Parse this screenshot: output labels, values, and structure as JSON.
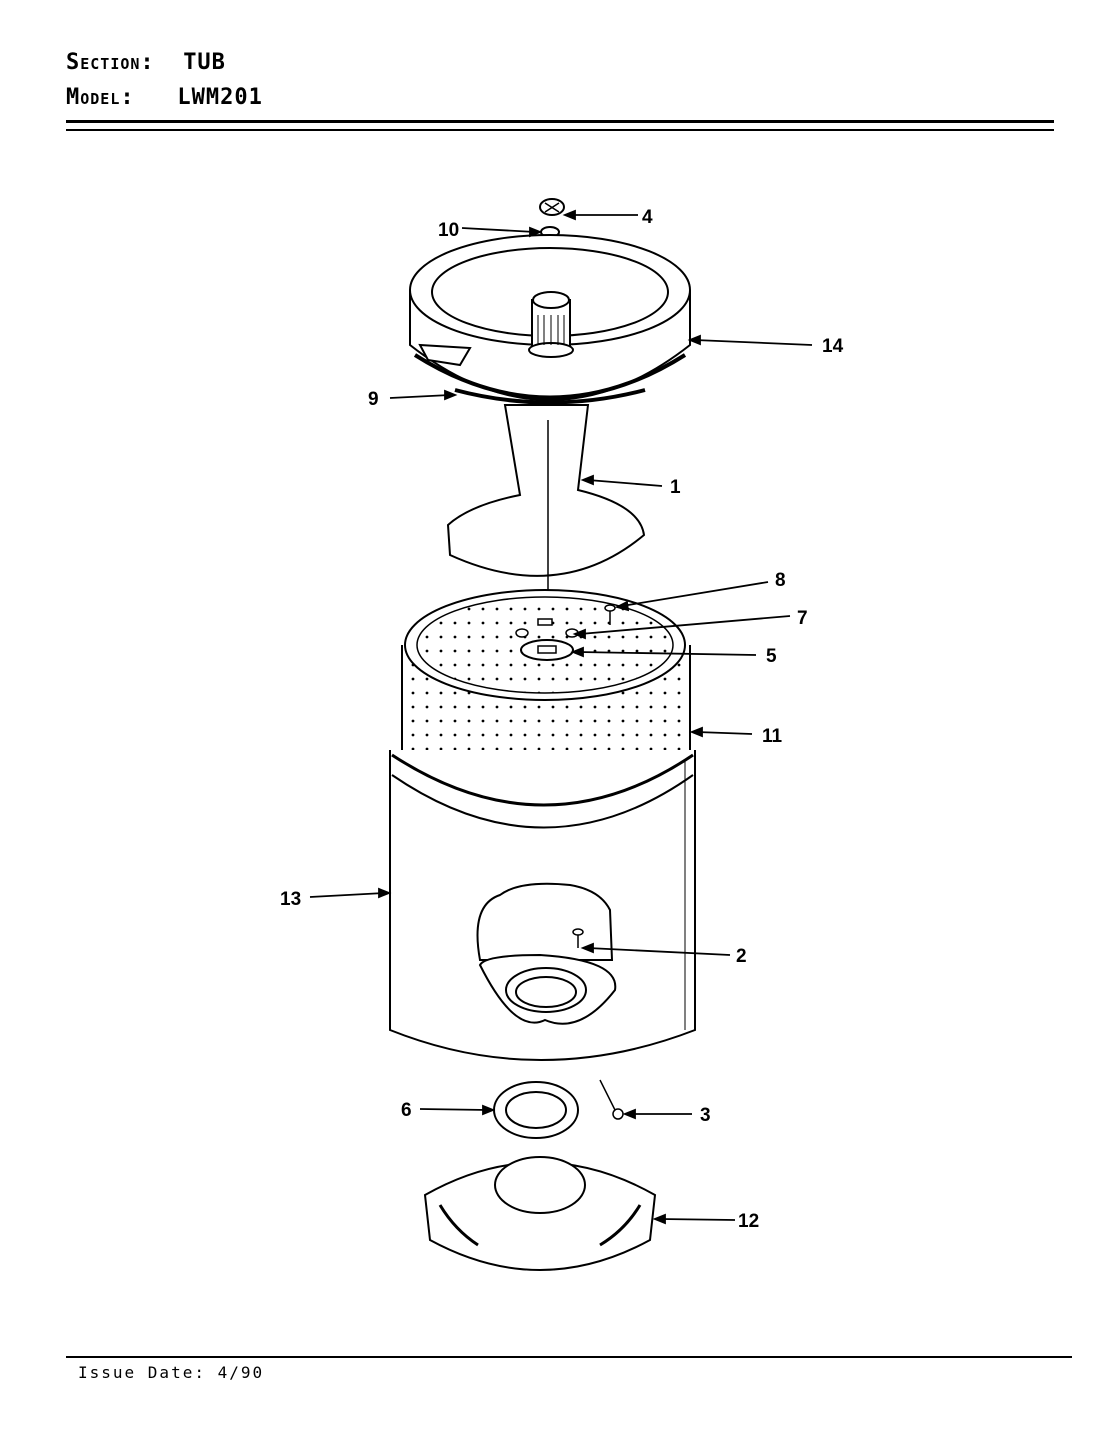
{
  "header": {
    "section_label": "Section:",
    "section_value": "TUB",
    "model_label": "Model:",
    "model_value": "LWM201"
  },
  "footer": {
    "issue_label": "Issue Date:",
    "issue_value": "4/90"
  },
  "callouts": [
    "1",
    "2",
    "3",
    "4",
    "5",
    "6",
    "7",
    "8",
    "9",
    "10",
    "11",
    "12",
    "13",
    "14"
  ]
}
